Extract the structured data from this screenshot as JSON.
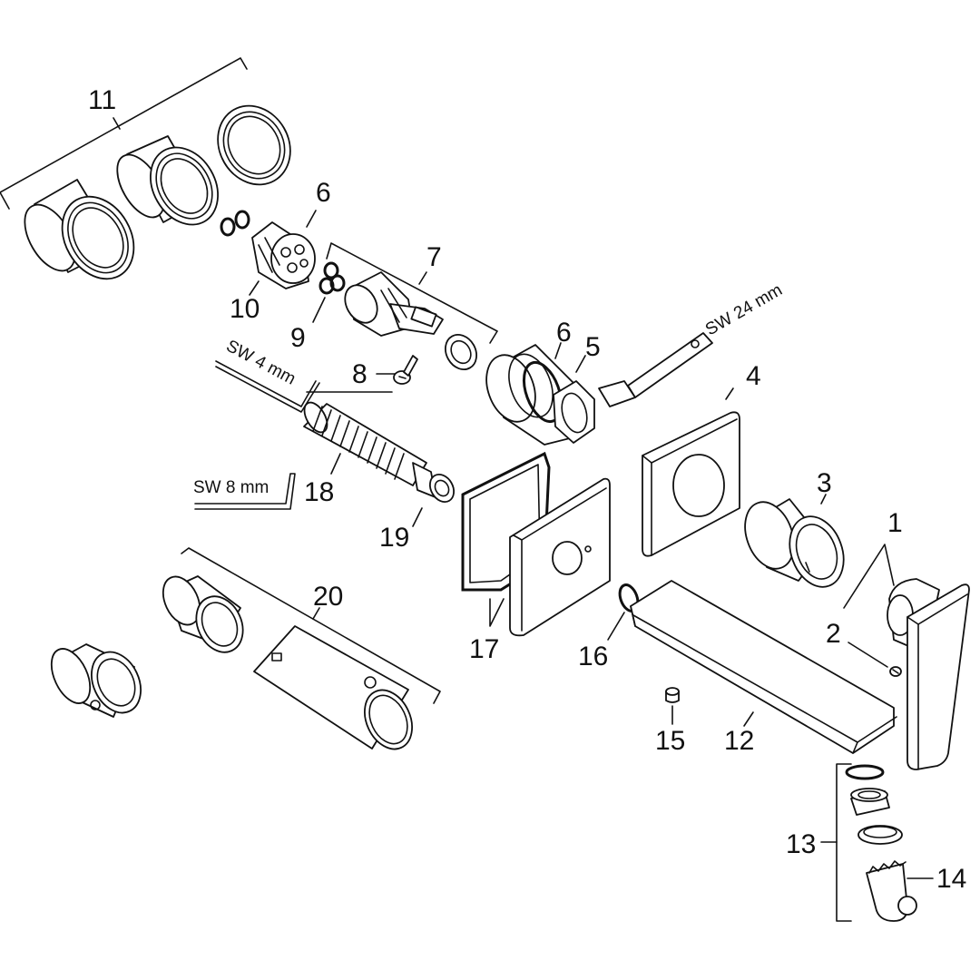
{
  "callouts": {
    "c1": "1",
    "c2": "2",
    "c3": "3",
    "c4": "4",
    "c5": "5",
    "c6a": "6",
    "c6b": "6",
    "c7": "7",
    "c8": "8",
    "c9": "9",
    "c10": "10",
    "c11": "11",
    "c12": "12",
    "c13": "13",
    "c14": "14",
    "c15": "15",
    "c16": "16",
    "c17": "17",
    "c18": "18",
    "c19": "19",
    "c20": "20"
  },
  "tools": {
    "sw24": "SW 24 mm",
    "sw4": "SW 4 mm",
    "sw8": "SW 8 mm"
  }
}
